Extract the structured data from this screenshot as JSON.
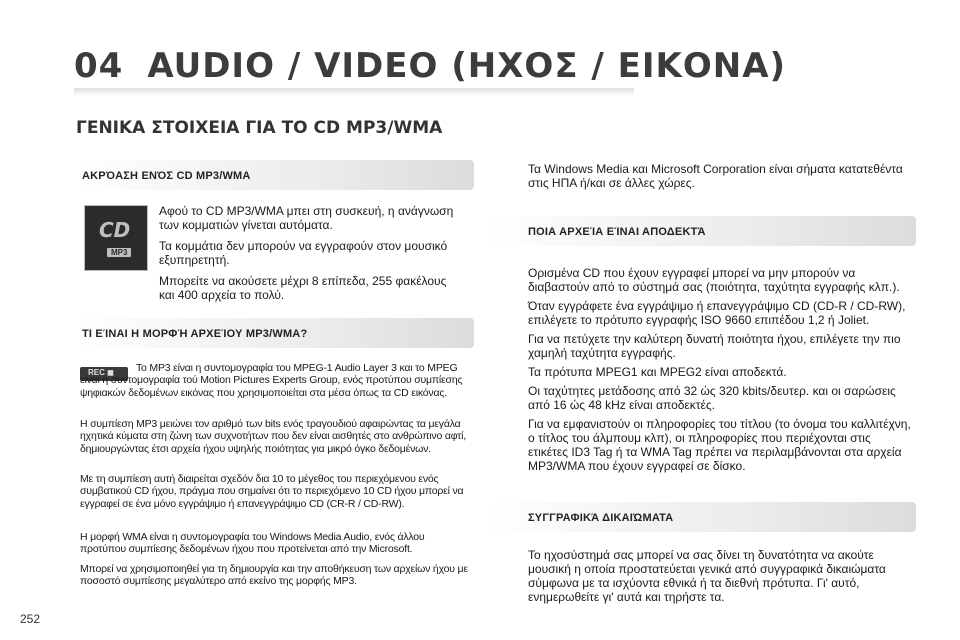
{
  "header": {
    "chapter_number": "04",
    "chapter_title": "AUDIO / VIDEO (ΗΧΟΣ / ΕΙΚΟΝΑ)"
  },
  "section_title": "ΓΕΝΙΚΑ ΣΤΟΙΧΕΙΑ ΓΙΑ ΤΟ CD MP3/WMA",
  "left": {
    "block1": {
      "heading": "ΑΚΡΌΑΣΗ ΕΝΌΣ CD MP3/WMA",
      "icon_cd": "CD",
      "icon_mp3": "MP3",
      "paragraphs": [
        "Αφού το CD MP3/WMA μπει στη συσκευή, η ανάγνωση των κομματιών γίνεται αυτόματα.",
        "Τα κομμάτια δεν μπορούν να εγγραφούν στον μουσικό εξυπηρετητή.",
        "Μπορείτε να ακούσετε μέχρι 8 επίπεδα, 255 φακέλους και 400 αρχεία το πολύ."
      ]
    },
    "block2": {
      "heading": "ΤΙ ΕΊΝΑΙ Η ΜΟΡΦΉ ΑΡΧΕΊΟΥ MP3/WMA?",
      "icon_rec": "REC ◼",
      "paragraphs": [
        "Το MP3 είναι η συντομογραφία του MPEG-1 Audio Layer 3 και το MPEG είναι η συντομογραφία τού Motion Pictures Experts Group, ενός προτύπου συμπίεσης ψηφιακών δεδομένων εικόνας που χρησιμοποιείται στα μέσα όπως τα CD εικόνας.",
        "Η συμπίεση MP3 μειώνει τον αριθμό των bits ενός τραγουδιού αφαιρώντας τα μεγάλα ηχητικά κύματα στη ζώνη των συχνοτήτων που δεν είναι αισθητές στο ανθρώπινο αφτί, δημιουργώντας έτσι αρχεία ήχου υψηλής ποιότητας για μικρό όγκο δεδομένων.",
        "Με τη συμπίεση αυτή διαιρείται σχεδόν δια 10 το μέγεθος του περιεχόμενου ενός συμβατικού CD ήχου, πράγμα που σημαίνει ότι το περιεχόμενο 10 CD ήχου μπορεί να εγγραφεί σε ένα μόνο εγγράψιμο ή επανεγγράψιμο CD (CR-R / CD-RW).",
        "Η μορφή WMA είναι η συντομογραφία του Windows Media Audio, ενός άλλου προτύπου συμπίεσης δεδομένων ήχου που προτείνεται από την Microsoft.",
        "Μπορεί να χρησιμοποιηθεί για τη δημιουργία και την αποθήκευση των αρχείων ήχου με ποσοστό συμπίεσης μεγαλύτερο από εκείνο της μορφής MP3."
      ]
    }
  },
  "right": {
    "intro": "Τα Windows Media και Microsoft Corporation είναι σήματα κατατεθέντα στις ΗΠΑ ή/και σε άλλες χώρες.",
    "block1": {
      "heading": "ΠΟΙΑ ΑΡΧΕΊΑ ΕΊΝΑΙ ΑΠΟΔΕΚΤΆ",
      "paragraphs": [
        "Ορισμένα CD που έχουν εγγραφεί μπορεί να μην μπορούν να διαβαστούν από το σύστημά σας (ποιότητα, ταχύτητα εγγραφής κλπ.).",
        "Όταν εγγράφετε ένα εγγράψιμο ή επανεγγράψιμο CD (CD-R / CD-RW), επιλέγετε το πρότυπο εγγραφής ISO 9660 επιπέδου 1,2 ή Joliet.",
        "Για να πετύχετε την καλύτερη δυνατή ποιότητα ήχου, επιλέγετε την πιο χαμηλή ταχύτητα εγγραφής.",
        "Τα πρότυπα MPEG1 και MPEG2 είναι αποδεκτά.",
        "Οι ταχύτητες μετάδοσης από 32 ώς 320 kbits/δευτερ. και οι σαρώσεις από 16 ώς 48 kHz είναι αποδεκτές.",
        "Για να εμφανιστούν οι πληροφορίες του τίτλου (το όνομα του καλλιτέχνη, ο τίτλος του άλμπουμ κλπ), οι πληροφορίες που περιέχονται στις ετικέτες ID3 Tag ή τα WMA Tag πρέπει να περιλαμβάνονται στα αρχεία MP3/WMA που έχουν εγγραφεί σε δίσκο."
      ]
    },
    "block2": {
      "heading": "ΣΥΓΓΡΑΦΙΚΆ ΔΙΚΑΙΏΜΑΤΑ",
      "paragraphs": [
        "Το ηχοσύστημά σας μπορεί να σας δίνει τη δυνατότητα να ακούτε μουσική η οποία προστατεύεται γενικά από συγγραφικά δικαιώματα σύμφωνα με τα ισχύοντα εθνικά ή τα διεθνή πρότυπα. Γι' αυτό, ενημερωθείτε γι' αυτά και τηρήστε τα."
      ]
    }
  },
  "page_number": "252"
}
